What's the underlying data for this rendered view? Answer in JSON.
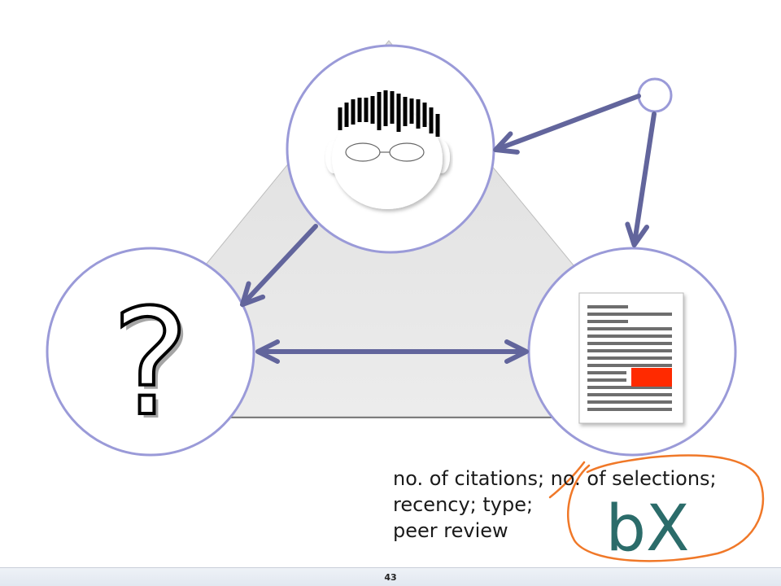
{
  "slide": {
    "page_number": "43",
    "question_mark": "?",
    "annotation_lines": [
      "no. of citations; no. of selections;",
      "recency; type;",
      "peer review"
    ],
    "logo_text": "bX"
  },
  "colors": {
    "arrow": "#62659c",
    "circle_stroke": "#9a9ad8",
    "triangle_fill": "#e6e6e6",
    "highlight_block": "#ff2a00",
    "handwriting": "#f07828",
    "logo": "#2b6c6a"
  },
  "icons": {
    "top": "person-icon",
    "left": "question-icon",
    "right": "document-icon",
    "connector": "small-node-icon"
  }
}
